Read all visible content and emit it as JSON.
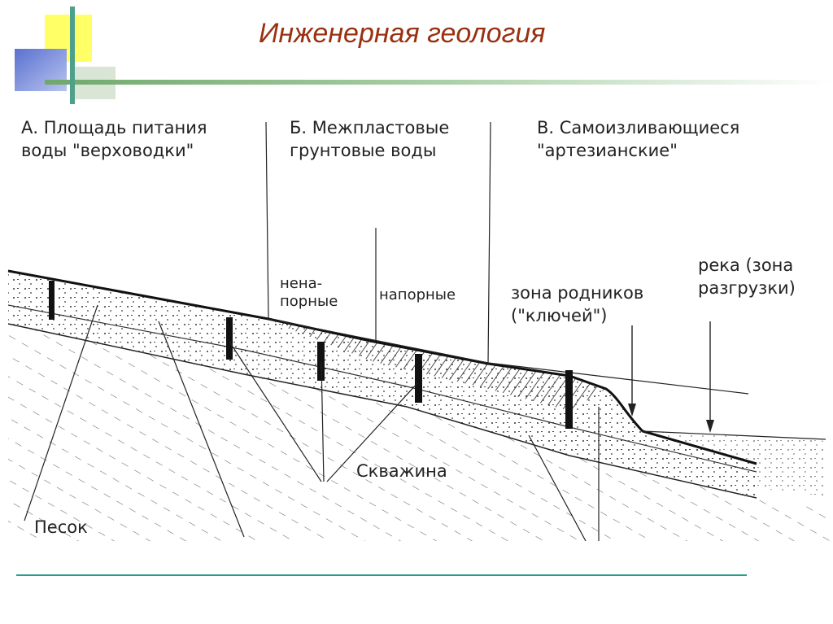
{
  "slide": {
    "title": "Инженерная геология"
  },
  "diagram": {
    "zones": {
      "a": {
        "line1": "А. Площадь питания",
        "line2": "воды \"верховодки\""
      },
      "b": {
        "line1": "Б. Межпластовые",
        "line2": "грунтовые воды"
      },
      "c": {
        "line1": "В. Самоизливающиеся",
        "line2": "\"артезианские\""
      }
    },
    "labels": {
      "nonpressure_1": "нена-",
      "nonpressure_2": "порные",
      "pressure": "напорные",
      "springs_1": "зона родников",
      "springs_2": "(\"ключей\")",
      "river_1": "река (зона",
      "river_2": "разгрузки)",
      "well": "Скважина",
      "sand": "Песок"
    }
  },
  "colors": {
    "title": "#9a3010",
    "accent_line": "#2a9d8f",
    "deco_yellow": "#ffff66",
    "deco_blue": "#6f86d6",
    "deco_green": "#79b83a"
  }
}
